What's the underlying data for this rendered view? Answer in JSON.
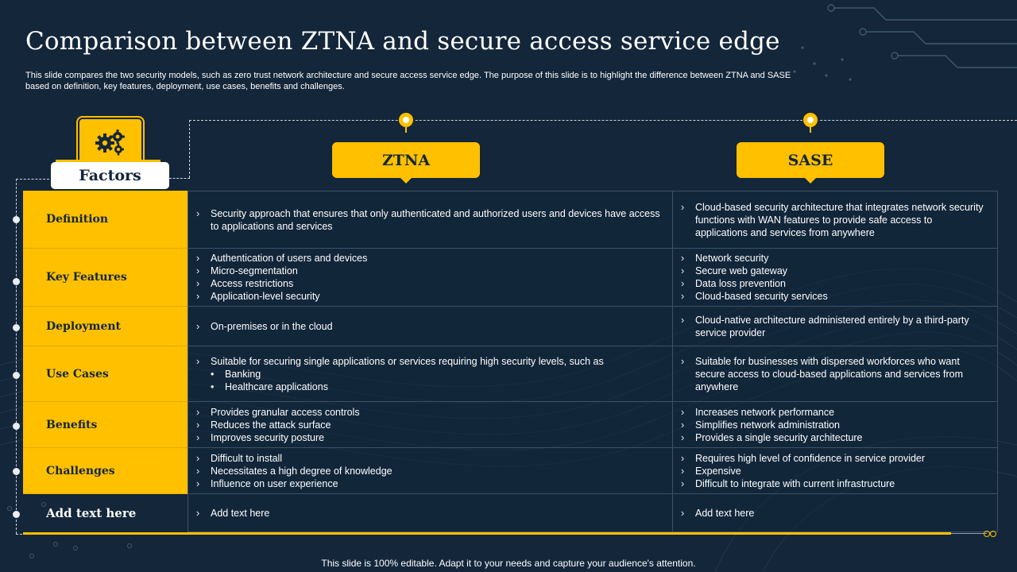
{
  "header": {
    "title": "Comparison between ZTNA and secure access service edge",
    "subtitle": "This slide compares the two security models, such as zero trust network architecture and secure access service edge. The purpose of this slide is to highlight the difference between ZTNA and SASE based on definition, key features, deployment, use cases, benefits and challenges."
  },
  "columns": {
    "factors": "Factors",
    "ztna": "ZTNA",
    "sase": "SASE"
  },
  "rows": [
    {
      "factor": "Definition",
      "ztna": [
        "Security approach that ensures that only authenticated and authorized users and devices have access to applications and services"
      ],
      "sase": [
        "Cloud-based security architecture that integrates network security functions with WAN features to provide safe access to applications and services from anywhere"
      ]
    },
    {
      "factor": "Key Features",
      "ztna": [
        "Authentication of users and devices",
        "Micro-segmentation",
        "Access restrictions",
        "Application-level security"
      ],
      "sase": [
        "Network security",
        "Secure web gateway",
        "Data loss prevention",
        "Cloud-based security services"
      ]
    },
    {
      "factor": "Deployment",
      "ztna": [
        "On-premises or in the cloud"
      ],
      "sase": [
        "Cloud-native architecture administered entirely by a third-party service provider"
      ]
    },
    {
      "factor": "Use Cases",
      "ztna": [
        "Suitable for securing single applications or services requiring high security levels, such as"
      ],
      "ztna_sub": [
        "Banking",
        "Healthcare applications"
      ],
      "sase": [
        "Suitable for businesses with dispersed workforces who want secure access to cloud-based applications and services from anywhere"
      ]
    },
    {
      "factor": "Benefits",
      "ztna": [
        "Provides granular access controls",
        "Reduces the attack surface",
        "Improves security posture"
      ],
      "sase": [
        "Increases network performance",
        "Simplifies network administration",
        "Provides a single security architecture"
      ]
    },
    {
      "factor": "Challenges",
      "ztna": [
        "Difficult to install",
        "Necessitates a high degree of knowledge",
        "Influence on user experience"
      ],
      "sase": [
        "Requires high level of confidence in service provider",
        "Expensive",
        "Difficult to integrate with current infrastructure"
      ]
    },
    {
      "factor": "Add text here",
      "ztna": [
        "Add text here"
      ],
      "sase": [
        "Add text here"
      ]
    }
  ],
  "bullet_glyph": "›",
  "sub_bullet_glyph": "•",
  "icons": {
    "factors": "gears-icon"
  },
  "colors": {
    "accent": "#ffc000",
    "background": "#13263a",
    "text_dark": "#13263a"
  },
  "footer": "This slide is 100% editable. Adapt it to your needs and capture your audience's attention."
}
